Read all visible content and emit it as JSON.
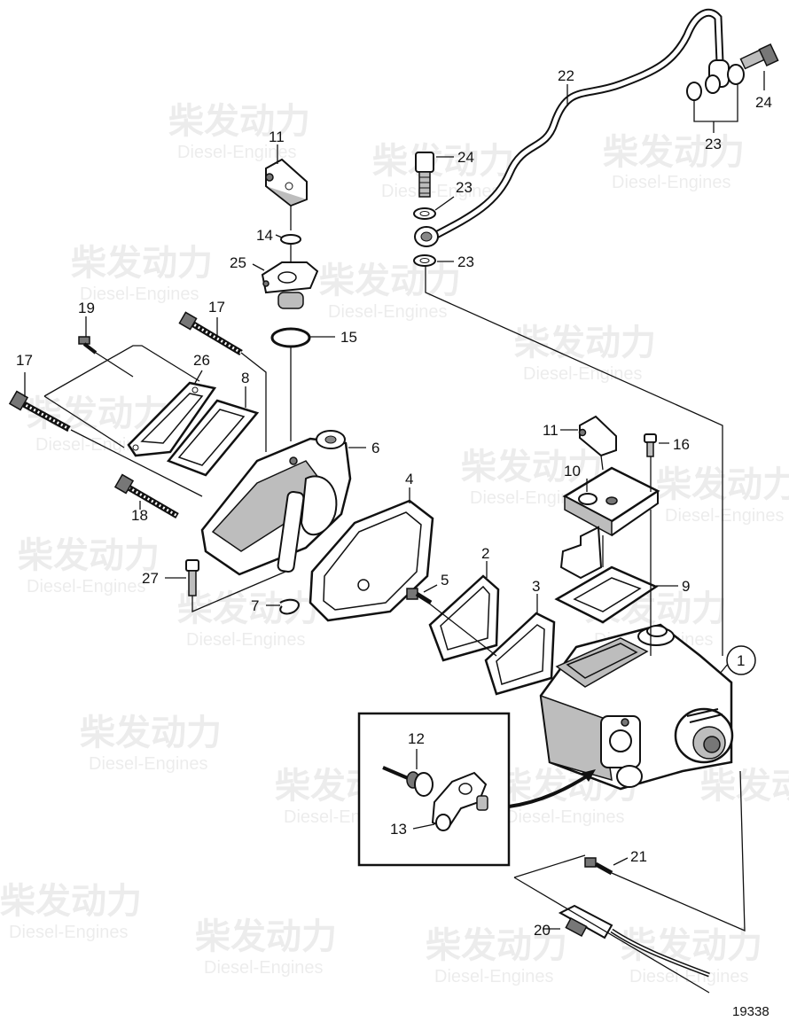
{
  "watermark": {
    "text_cn": "柴发动力",
    "text_en": "Diesel-Engines"
  },
  "figure_number": "19338",
  "callouts": {
    "c1": "1",
    "c2": "2",
    "c3": "3",
    "c4": "4",
    "c5": "5",
    "c6": "6",
    "c7": "7",
    "c8": "8",
    "c9": "9",
    "c10": "10",
    "c11a": "11",
    "c11b": "11",
    "c12": "12",
    "c13": "13",
    "c14": "14",
    "c15": "15",
    "c16": "16",
    "c17a": "17",
    "c17b": "17",
    "c18": "18",
    "c19": "19",
    "c20": "20",
    "c21": "21",
    "c22": "22",
    "c23a": "23",
    "c23b": "23",
    "c23c": "23",
    "c24a": "24",
    "c24b": "24",
    "c25": "25",
    "c26": "26",
    "c27": "27"
  }
}
